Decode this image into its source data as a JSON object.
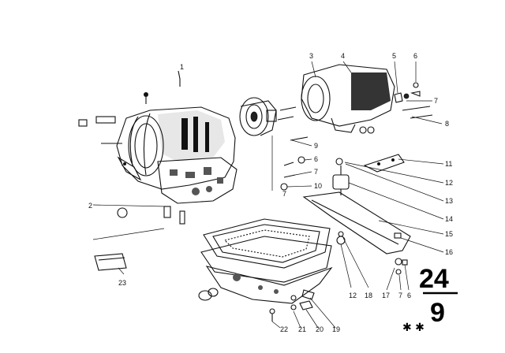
{
  "diagram": {
    "callouts": [
      "1",
      "2",
      "3",
      "4",
      "5",
      "6",
      "6",
      "6",
      "7",
      "7",
      "7",
      "7",
      "8",
      "9",
      "10",
      "11",
      "12",
      "12",
      "13",
      "14",
      "15",
      "16",
      "17",
      "18",
      "19",
      "20",
      "21",
      "22",
      "23"
    ],
    "sheet_number": {
      "top": "24",
      "bottom": "9"
    },
    "stars": "✱ ✱"
  }
}
